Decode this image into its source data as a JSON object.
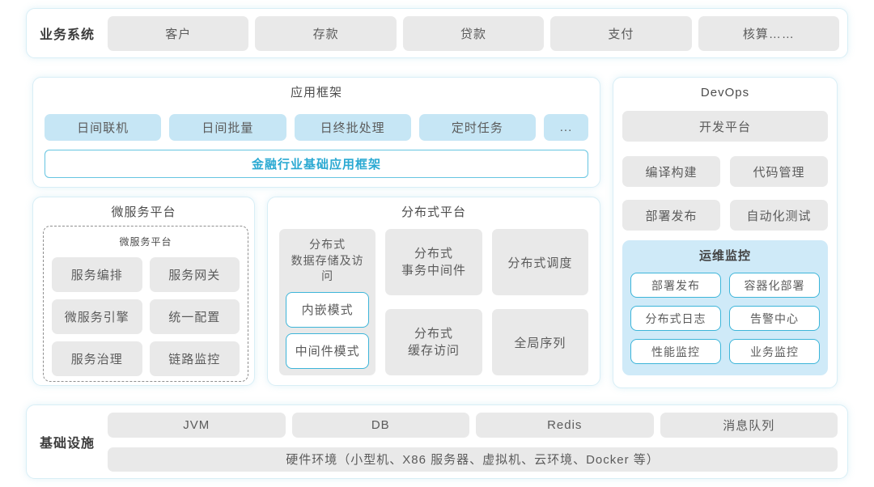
{
  "colors": {
    "accent_cyan": "#3db5d9",
    "panel_border": "#d8eef6",
    "light_blue_fill": "#c6e6f5",
    "monitor_panel_fill": "#cfeaf8",
    "gray_fill": "#e9e9e9",
    "base_framework_text": "#2aa9d2"
  },
  "business": {
    "label": "业务系统",
    "items": [
      "客户",
      "存款",
      "贷款",
      "支付",
      "核算……"
    ]
  },
  "app_framework": {
    "title": "应用框架",
    "modules": [
      "日间联机",
      "日间批量",
      "日终批处理",
      "定时任务",
      "..."
    ],
    "base": "金融行业基础应用框架"
  },
  "devops": {
    "title": "DevOps",
    "platform": "开发平台",
    "tools": [
      "编译构建",
      "代码管理",
      "部署发布",
      "自动化测试"
    ],
    "monitoring": {
      "title": "运维监控",
      "items": [
        "部署发布",
        "容器化部署",
        "分布式日志",
        "告警中心",
        "性能监控",
        "业务监控"
      ]
    }
  },
  "microservice": {
    "title": "微服务平台",
    "inner_title": "微服务平台",
    "items": [
      "服务编排",
      "服务网关",
      "微服务引擎",
      "统一配置",
      "服务治理",
      "链路监控"
    ]
  },
  "distributed": {
    "title": "分布式平台",
    "storage": {
      "label": "分布式\n数据存储及访问",
      "modes": [
        "内嵌模式",
        "中间件模式"
      ]
    },
    "transaction": "分布式\n事务中间件",
    "scheduling": "分布式调度",
    "cache": "分布式\n缓存访问",
    "sequence": "全局序列"
  },
  "infrastructure": {
    "label": "基础设施",
    "items": [
      "JVM",
      "DB",
      "Redis",
      "消息队列"
    ],
    "hardware": "硬件环境（小型机、X86 服务器、虚拟机、云环境、Docker 等）"
  }
}
